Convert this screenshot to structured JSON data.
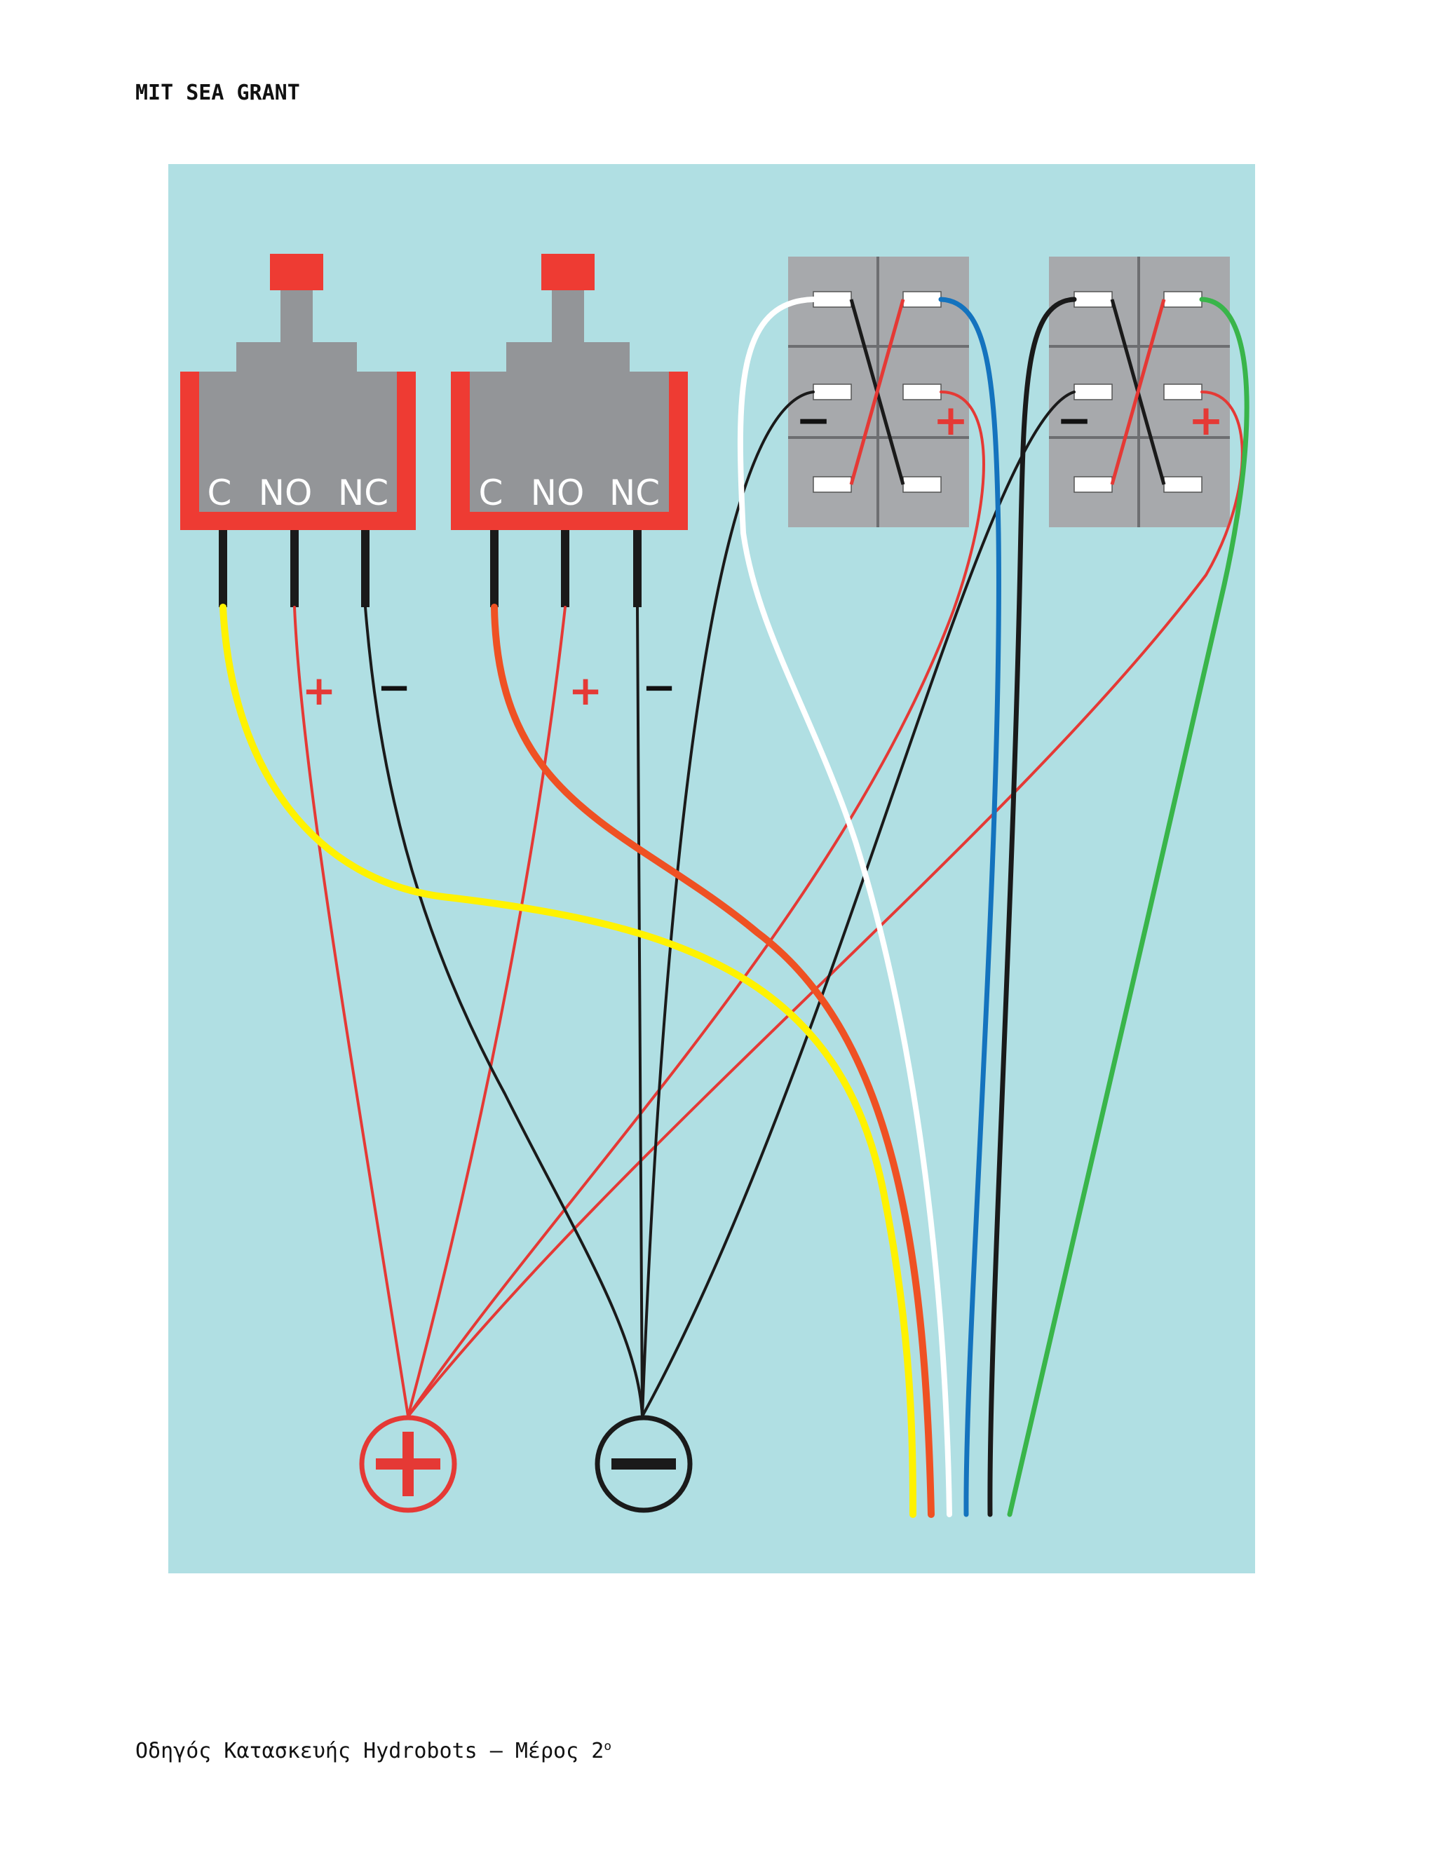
{
  "header": {
    "title": "MIT SEA GRANT"
  },
  "footer": {
    "text": "Οδηγός Κατασκευής Hydrobots – Μέρος 2",
    "sup": "ο"
  },
  "switch_1": {
    "terminals": [
      "C",
      "NO",
      "NC"
    ],
    "plus": "+",
    "minus": "−"
  },
  "switch_2": {
    "terminals": [
      "C",
      "NO",
      "NC"
    ],
    "plus": "+",
    "minus": "−"
  },
  "dpdt_1": {
    "minus": "−",
    "plus": "+"
  },
  "dpdt_2": {
    "minus": "−",
    "plus": "+"
  },
  "colors": {
    "panel": "#b0dfe3",
    "red": "#e53935",
    "gray": "#939598",
    "black": "#1a1a1a",
    "yellow": "#fff200",
    "orange": "#ef5123",
    "white": "#ffffff",
    "blue": "#1473be",
    "green": "#39b54a"
  },
  "icons": {
    "positive": "plus-circle-icon",
    "negative": "minus-circle-icon"
  }
}
